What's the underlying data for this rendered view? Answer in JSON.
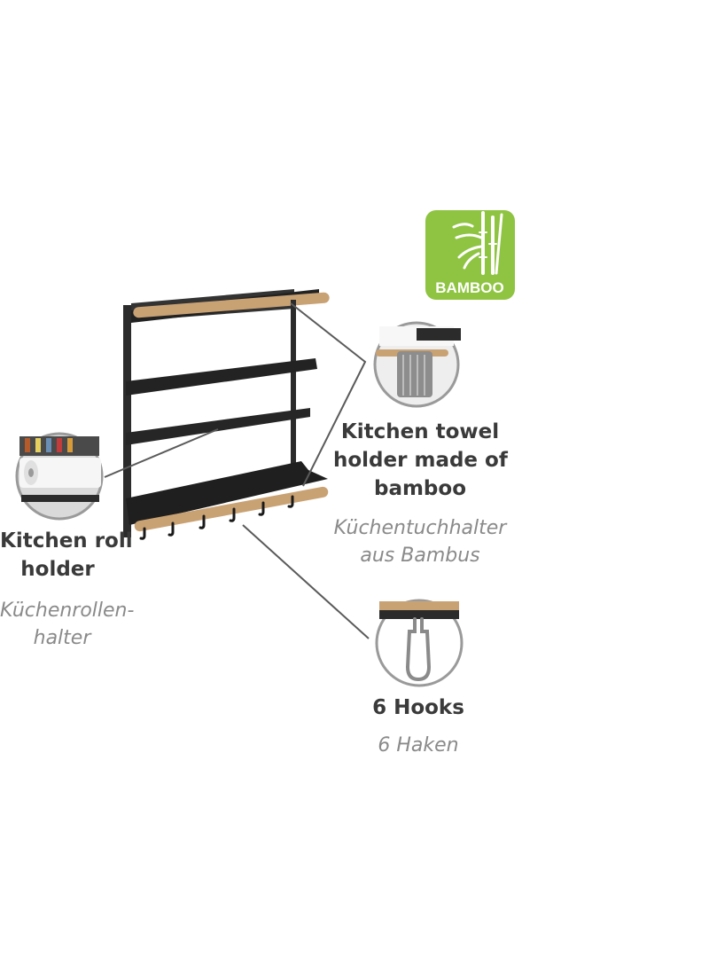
{
  "badge": {
    "text": "BAMBOO",
    "color": "#8fc442",
    "icon": "bamboo-icon"
  },
  "callouts": {
    "towel_holder": {
      "en_lines": [
        "Kitchen towel",
        "holder made of",
        "bamboo"
      ],
      "de_lines": [
        "Küchentuchhalter",
        "aus Bambus"
      ]
    },
    "roll_holder": {
      "en_lines": [
        "Kitchen roll",
        "holder"
      ],
      "de_lines": [
        "Küchenrollen-",
        "halter"
      ]
    },
    "hooks": {
      "en": "6 Hooks",
      "de": "6 Haken"
    }
  },
  "colors": {
    "rack": "#2b2b2b",
    "bamboo": "#c9a274",
    "text_primary": "#3a3a3a",
    "text_secondary": "#8a8a8a"
  }
}
